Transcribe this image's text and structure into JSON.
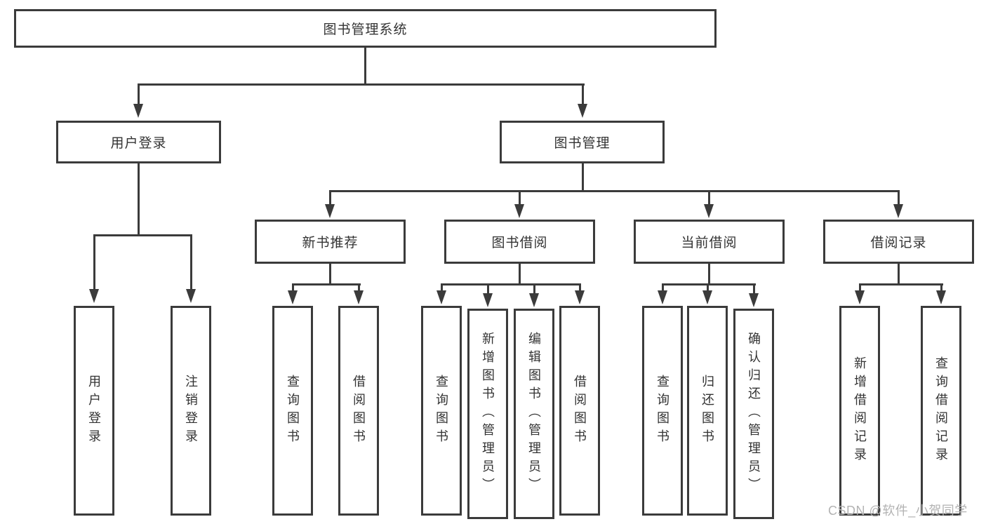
{
  "tree": {
    "label": "图书管理系统",
    "children": [
      {
        "label": "用户登录",
        "children": [
          {
            "label": "用户登录"
          },
          {
            "label": "注销登录"
          }
        ]
      },
      {
        "label": "图书管理",
        "children": [
          {
            "label": "新书推荐",
            "children": [
              {
                "label": "查询图书"
              },
              {
                "label": "借阅图书"
              }
            ]
          },
          {
            "label": "图书借阅",
            "children": [
              {
                "label": "查询图书"
              },
              {
                "label": "新增图书（管理员）"
              },
              {
                "label": "编辑图书（管理员）"
              },
              {
                "label": "借阅图书"
              }
            ]
          },
          {
            "label": "当前借阅",
            "children": [
              {
                "label": "查询图书"
              },
              {
                "label": "归还图书"
              },
              {
                "label": "确认归还（管理员）"
              }
            ]
          },
          {
            "label": "借阅记录",
            "children": [
              {
                "label": "新增借阅记录"
              },
              {
                "label": "查询借阅记录"
              }
            ]
          }
        ]
      }
    ]
  },
  "watermark": {
    "text": "CSDN @软件_小贺同学"
  },
  "colors": {
    "line": "#3b3b3b",
    "text": "#333333",
    "background": "#ffffff",
    "watermark_text": "#b3b3b3"
  }
}
